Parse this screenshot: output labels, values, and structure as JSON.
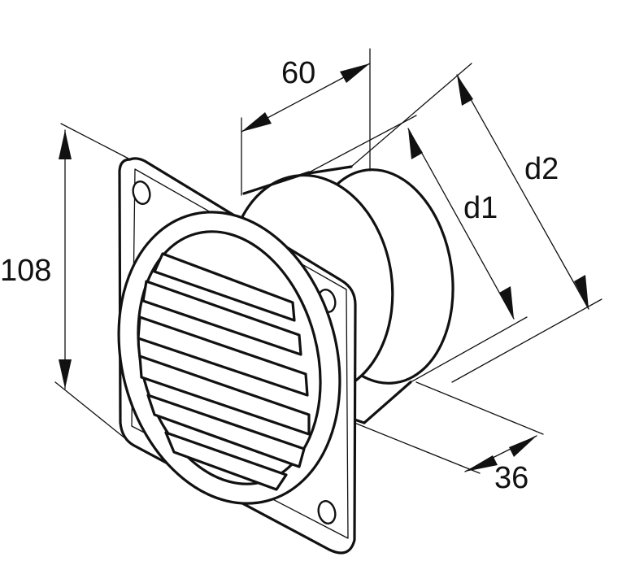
{
  "dimensions": {
    "height": "108",
    "depth_total": "60",
    "depth_grille": "36",
    "diameter_inner": "d1",
    "diameter_outer": "d2"
  },
  "colors": {
    "line": "#111111",
    "background": "#ffffff"
  }
}
